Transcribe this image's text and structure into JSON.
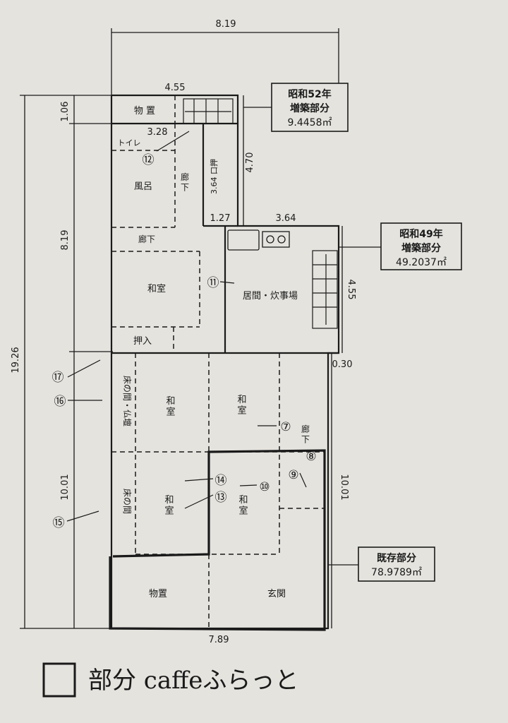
{
  "dimensions": {
    "top_width": "8.19",
    "upper_width": "4.55",
    "d_1_06": "1.06",
    "d_3_28": "3.28",
    "d_3_64_vertical": "3.64",
    "d_4_70": "4.70",
    "d_1_27": "1.27",
    "d_3_64": "3.64",
    "d_8_19_vertical": "8.19",
    "d_4_55_vertical": "4.55",
    "d_0_30": "0.30",
    "total_height": "19.26",
    "d_10_01_left": "10.01",
    "d_10_01_right": "10.01",
    "bottom_width": "7.89"
  },
  "rooms": {
    "storage_top": "物 置",
    "toilet": "トイレ",
    "bath": "風呂",
    "corridor_vertical": "廊\n下",
    "closet_vertical": "3.64 口押",
    "corridor_mid": "廊下",
    "washitsu_upper": "和室",
    "living_kitchen": "居間・炊事場",
    "oshiire": "押入",
    "tokonoma_butsudan": "床の間・仏壇",
    "washitsu_a": "和\n室",
    "washitsu_b": "和\n室",
    "corridor_right": "廊\n下",
    "tokonoma": "床の間",
    "washitsu_c": "和\n室",
    "washitsu_d": "和\n室",
    "storage_bottom": "物置",
    "entrance": "玄関"
  },
  "callouts": {
    "s52": {
      "title": "昭和52年",
      "subtitle": "増築部分",
      "area": "9.4458㎡"
    },
    "s49": {
      "title": "昭和49年",
      "subtitle": "増築部分",
      "area": "49.2037㎡"
    },
    "existing": {
      "title": "既存部分",
      "area": "78.9789㎡"
    }
  },
  "markers": [
    "⑦",
    "⑧",
    "⑨",
    "⑩",
    "⑪",
    "⑫",
    "⑬",
    "⑭",
    "⑮",
    "⑯",
    "⑰"
  ],
  "handwritten": "部分 caffeふらっと",
  "colors": {
    "ink": "#1a1a1a",
    "paper": "#e4e3de"
  }
}
